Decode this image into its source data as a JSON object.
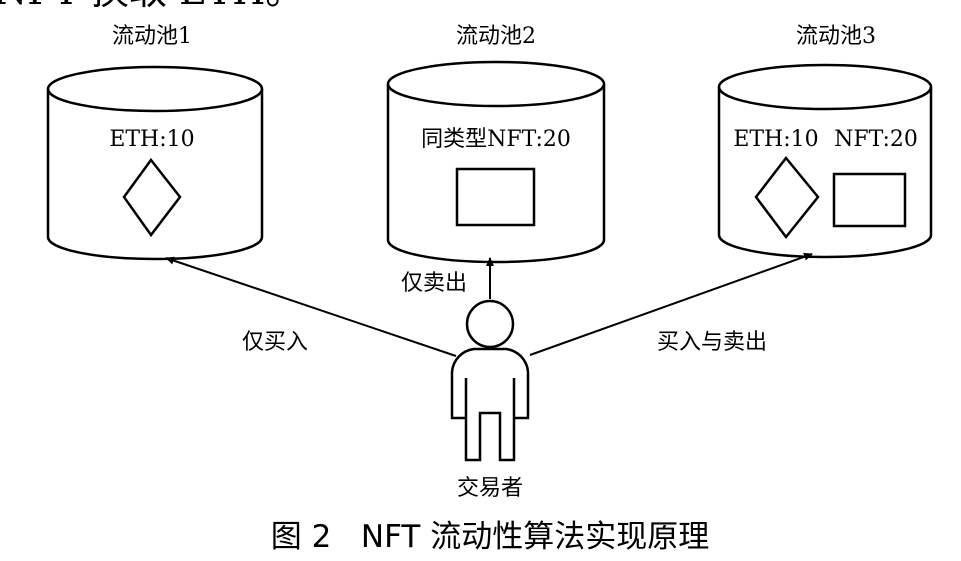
{
  "top_text": "NFT 换取 ETH。",
  "pools": [
    {
      "title": "流动池1",
      "content": "ETH:10"
    },
    {
      "title": "流动池2",
      "content": "同类型NFT:20"
    },
    {
      "title": "流动池3",
      "content_a": "ETH:10",
      "content_b": "NFT:20"
    }
  ],
  "edges": {
    "buy_only": "仅买入",
    "sell_only": "仅卖出",
    "buy_and_sell": "买入与卖出"
  },
  "trader_label": "交易者",
  "figure_caption": "图 2   NFT 流动性算法实现原理",
  "colors": {
    "stroke": "#000000",
    "background": "#ffffff"
  }
}
